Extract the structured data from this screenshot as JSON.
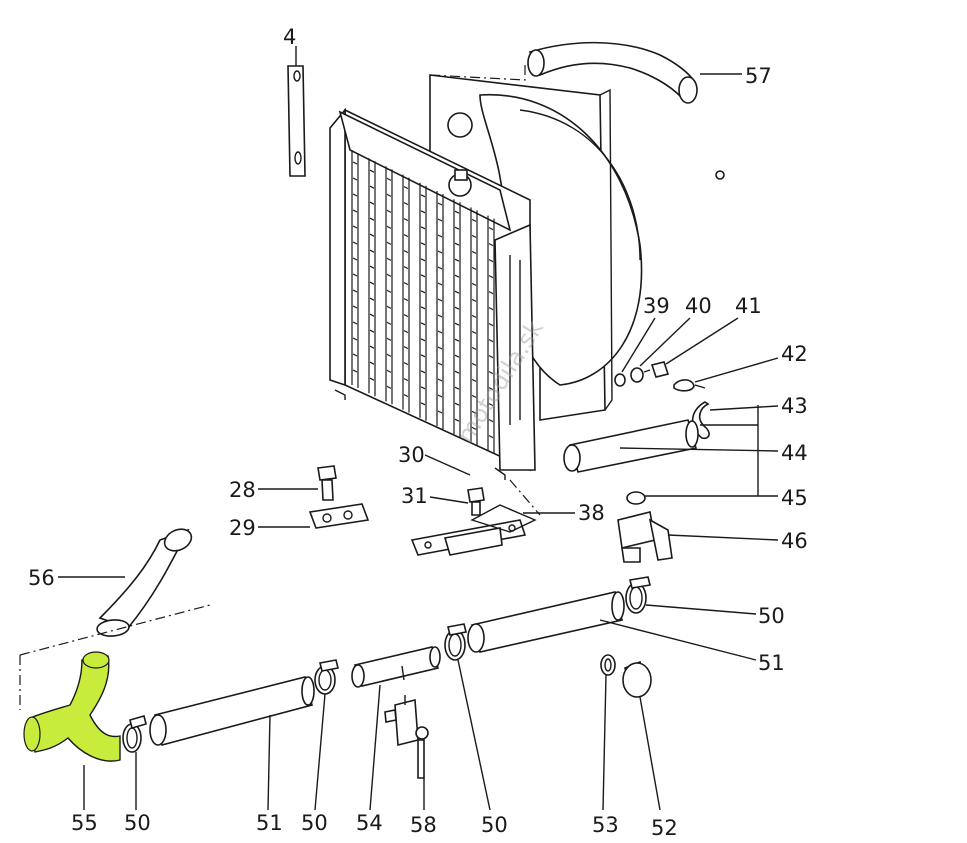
{
  "labels": {
    "l4": "4",
    "l57": "57",
    "l39": "39",
    "l40": "40",
    "l41": "41",
    "l42": "42",
    "l43": "43",
    "l44": "44",
    "l30": "30",
    "l45": "45",
    "l28": "28",
    "l31": "31",
    "l38": "38",
    "l29": "29",
    "l46": "46",
    "l56": "56",
    "l50a": "50",
    "l51a": "51",
    "l55": "55",
    "l50b": "50",
    "l51b": "51",
    "l50c": "50",
    "l54": "54",
    "l58": "58",
    "l50d": "50",
    "l53": "53",
    "l52": "52"
  },
  "watermark": "motodila.sk",
  "colors": {
    "highlight": "#c8ec3c",
    "ink": "#1a1a1a"
  }
}
